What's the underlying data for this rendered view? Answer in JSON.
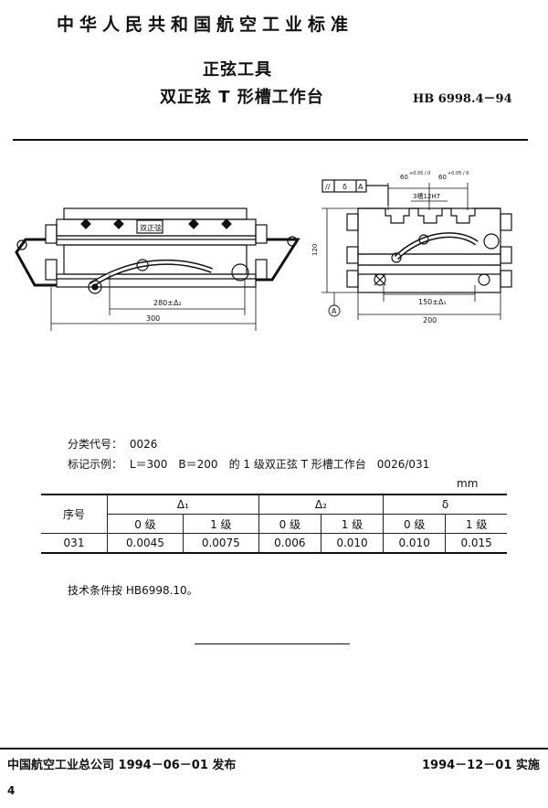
{
  "header": {
    "standard_title": "中华人民共和国航空工业标准",
    "title_line1": "正弦工具",
    "title_line2": "双正弦 T 形槽工作台",
    "standard_number": "HB 6998.4－94"
  },
  "drawing": {
    "front_view": {
      "dim_inner": "280±Δ₂",
      "dim_total": "300"
    },
    "side_view": {
      "tolerance_frame": [
        "//",
        "δ",
        "A"
      ],
      "dim_angle_left": "60",
      "dim_angle_left_tol": "+0.05 / 0",
      "dim_angle_right": "60",
      "dim_angle_right_tol": "+0.05 / 0",
      "dim_slot": "3槽12H7",
      "dim_height": "120",
      "datum": "A",
      "dim_inner": "150±Δ₁",
      "dim_total": "200"
    }
  },
  "info": {
    "class_code_label": "分类代号：",
    "class_code_value": "0026",
    "example_label": "标记示例：",
    "example_text": "L＝300　B＝200　的 1 级双正弦 T 形槽工作台　0026/031",
    "unit": "mm"
  },
  "table": {
    "col_serial": "序号",
    "groups": [
      "Δ₁",
      "Δ₂",
      "δ"
    ],
    "grades": [
      "0 级",
      "1 级",
      "0 级",
      "1 级",
      "0 级",
      "1 级"
    ],
    "rows": [
      {
        "serial": "031",
        "values": [
          "0.0045",
          "0.0075",
          "0.006",
          "0.010",
          "0.010",
          "0.015"
        ]
      }
    ]
  },
  "tech_note": "技术条件按 HB6998.10。",
  "footer": {
    "publisher": "中国航空工业总公司 1994－06－01 发布",
    "effective": "1994－12－01 实施",
    "page": "4"
  }
}
